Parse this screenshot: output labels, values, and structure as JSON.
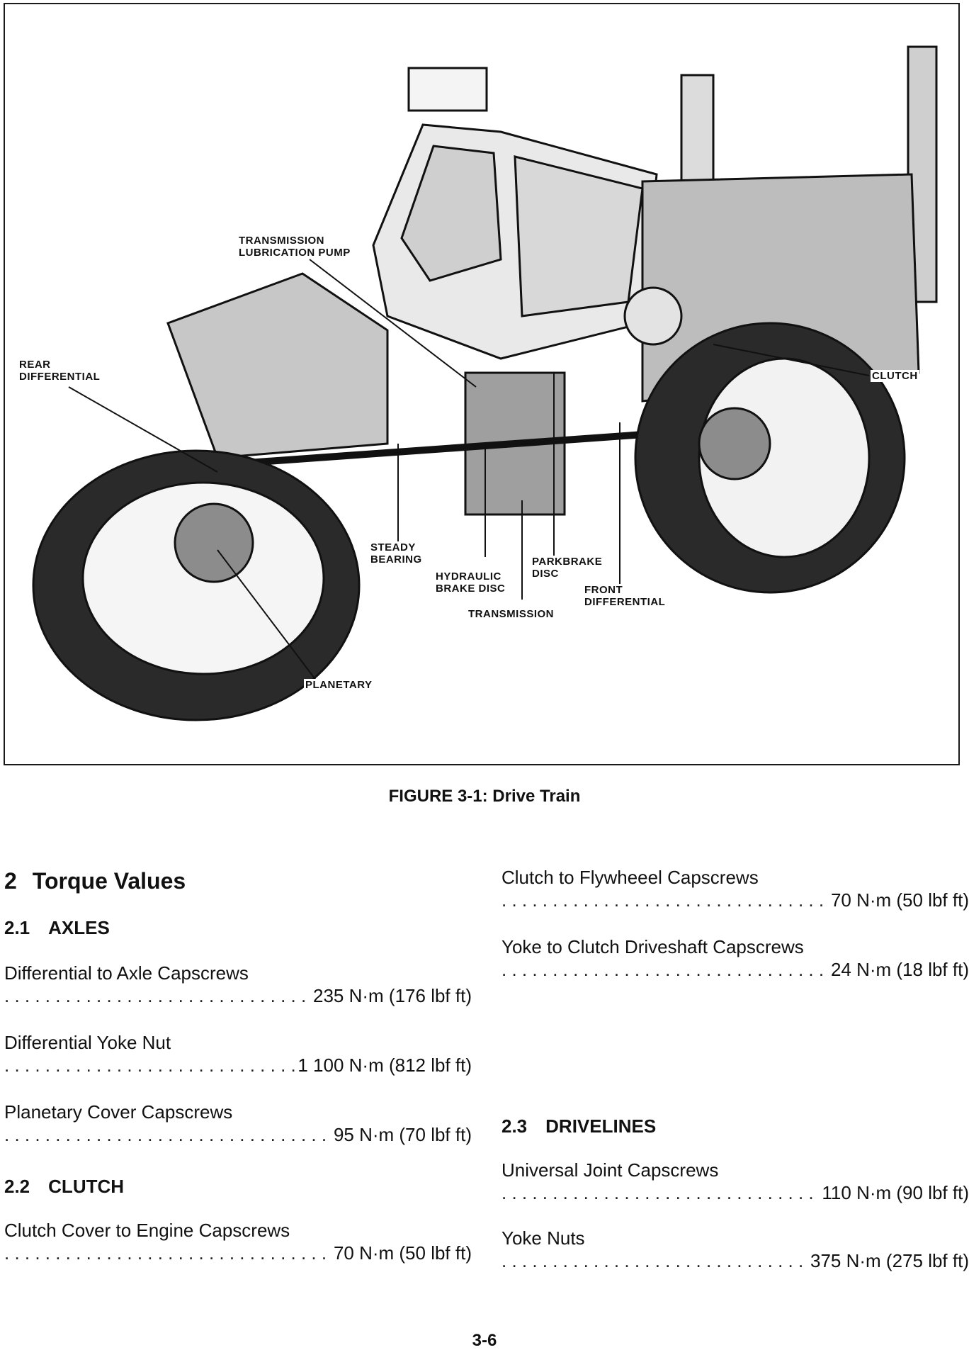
{
  "figure": {
    "callouts": {
      "transmission_lubrication_pump": "TRANSMISSION\nLUBRICATION PUMP",
      "rear_differential": "REAR\nDIFFERENTIAL",
      "clutch": "CLUTCH",
      "steady_bearing": "STEADY\nBEARING",
      "hydraulic_brake_disc": "HYDRAULIC\nBRAKE DISC",
      "parkbrake_disc": "PARKBRAKE\nDISC",
      "transmission": "TRANSMISSION",
      "front_differential": "FRONT\nDIFFERENTIAL",
      "planetary": "PLANETARY"
    },
    "caption": "FIGURE 3-1:  Drive Train"
  },
  "section": {
    "number": "2",
    "title": "Torque Values"
  },
  "axles": {
    "number": "2.1",
    "title": "AXLES",
    "entries": [
      {
        "name": "Differential to Axle Capscrews",
        "value": "235 N·m (176 lbf ft)"
      },
      {
        "name": "Differential Yoke Nut",
        "value": "1 100 N·m (812 lbf ft)"
      },
      {
        "name": "Planetary Cover Capscrews",
        "value": "95 N·m (70 lbf ft)"
      }
    ]
  },
  "clutch": {
    "number": "2.2",
    "title": "CLUTCH",
    "entries": [
      {
        "name": "Clutch Cover to Engine Capscrews",
        "value": "70 N·m (50 lbf ft)"
      },
      {
        "name": "Clutch to Flywheeel Capscrews",
        "value": "70 N·m (50 lbf ft)"
      },
      {
        "name": "Yoke to Clutch Driveshaft Capscrews",
        "value": "24 N·m (18 lbf ft)"
      }
    ]
  },
  "drivelines": {
    "number": "2.3",
    "title": "DRIVELINES",
    "entries": [
      {
        "name": "Universal Joint Capscrews",
        "value": "110 N·m (90 lbf ft)"
      },
      {
        "name": "Yoke Nuts",
        "value": "375 N·m (275 lbf ft)"
      }
    ]
  },
  "page_number": "3-6"
}
